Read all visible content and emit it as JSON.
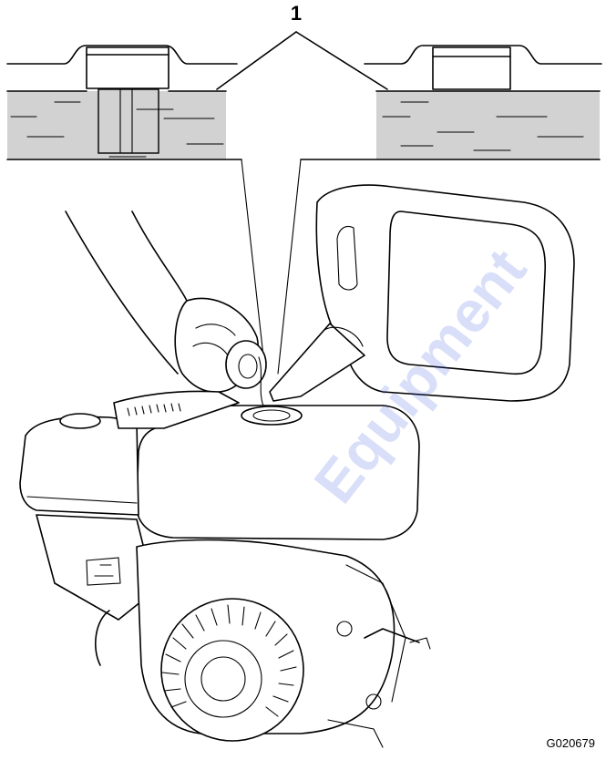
{
  "callout": {
    "number": "1"
  },
  "figure_id": "G020679",
  "watermark": {
    "text": "Equipment"
  },
  "colors": {
    "oil_fill": "#d2d2d2",
    "line": "#000000",
    "watermark": "#2d4bdc"
  },
  "illustration": {
    "left_inset": "oil-fill-level-detail-with-cap",
    "right_inset": "oil-fill-level-detail-cap-only",
    "main": "adding-oil-to-engine-crankcase"
  }
}
